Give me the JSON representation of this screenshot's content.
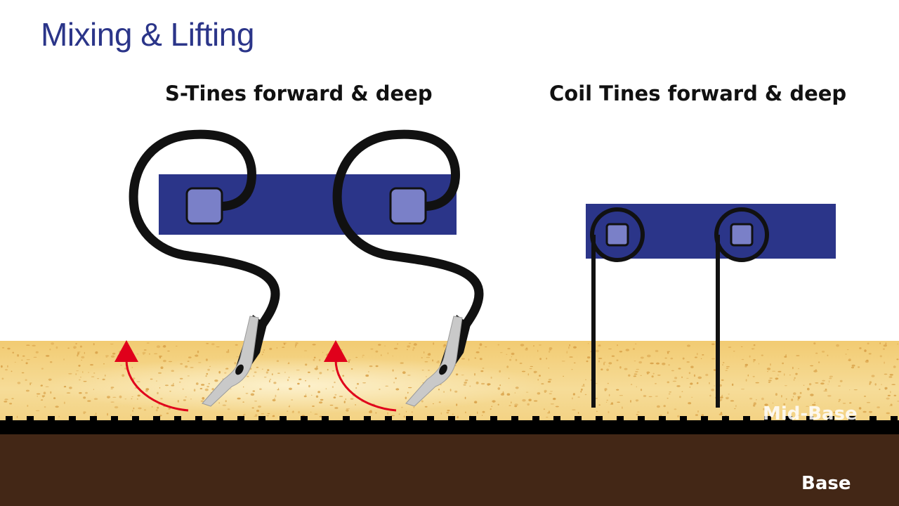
{
  "title": "Mixing & Lifting",
  "panels": {
    "s_tines": {
      "heading": "S-Tines forward & deep"
    },
    "coil_tines": {
      "heading": "Coil Tines forward & deep"
    }
  },
  "layers": {
    "mid_base": "Mid-Base",
    "base": "Base"
  },
  "colors": {
    "title": "#2b3589",
    "toolbar_bar": "#2b3589",
    "mount_block": "#7a80c8",
    "tine": "#111111",
    "shovel": "#c8c8c8",
    "soil": "#f3cf7a",
    "soil_speck": "#d9a24a",
    "base": "#432716",
    "lift_arrow": "#e0001b"
  },
  "icons": [
    "lift-arrow-icon",
    "s-tine-icon",
    "coil-tine-icon"
  ]
}
